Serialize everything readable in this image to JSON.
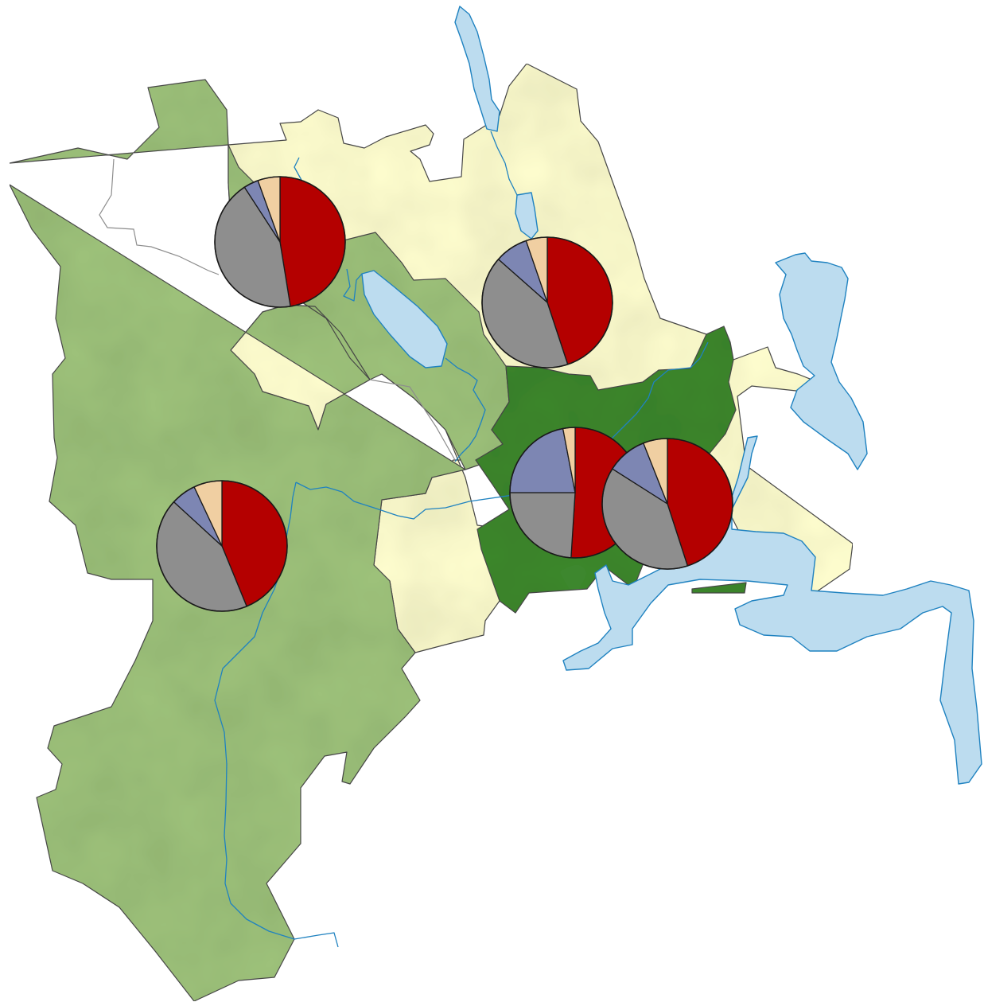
{
  "colors": {
    "district_light_green": "#9dc17a",
    "district_dark_green": "#3c872f",
    "district_yellow": "#fdfccd",
    "lake": "#bcdcef",
    "river": "#1f82c0"
  },
  "legend_categories": [
    {
      "id": "cat-red",
      "color": "#b40000"
    },
    {
      "id": "cat-grey",
      "color": "#8e8e8e"
    },
    {
      "id": "cat-blue",
      "color": "#7d86b3"
    },
    {
      "id": "cat-peach",
      "color": "#f0cfa2"
    }
  ],
  "pies": [
    {
      "id": "northwest",
      "shares": [
        0.466,
        0.426,
        0.036,
        0.054
      ]
    },
    {
      "id": "northeast",
      "shares": [
        0.443,
        0.41,
        0.081,
        0.052
      ]
    },
    {
      "id": "southwest",
      "shares": [
        0.438,
        0.43,
        0.062,
        0.07
      ]
    },
    {
      "id": "city",
      "shares": [
        0.51,
        0.24,
        0.22,
        0.03
      ]
    },
    {
      "id": "east",
      "shares": [
        0.45,
        0.39,
        0.1,
        0.06
      ]
    }
  ]
}
